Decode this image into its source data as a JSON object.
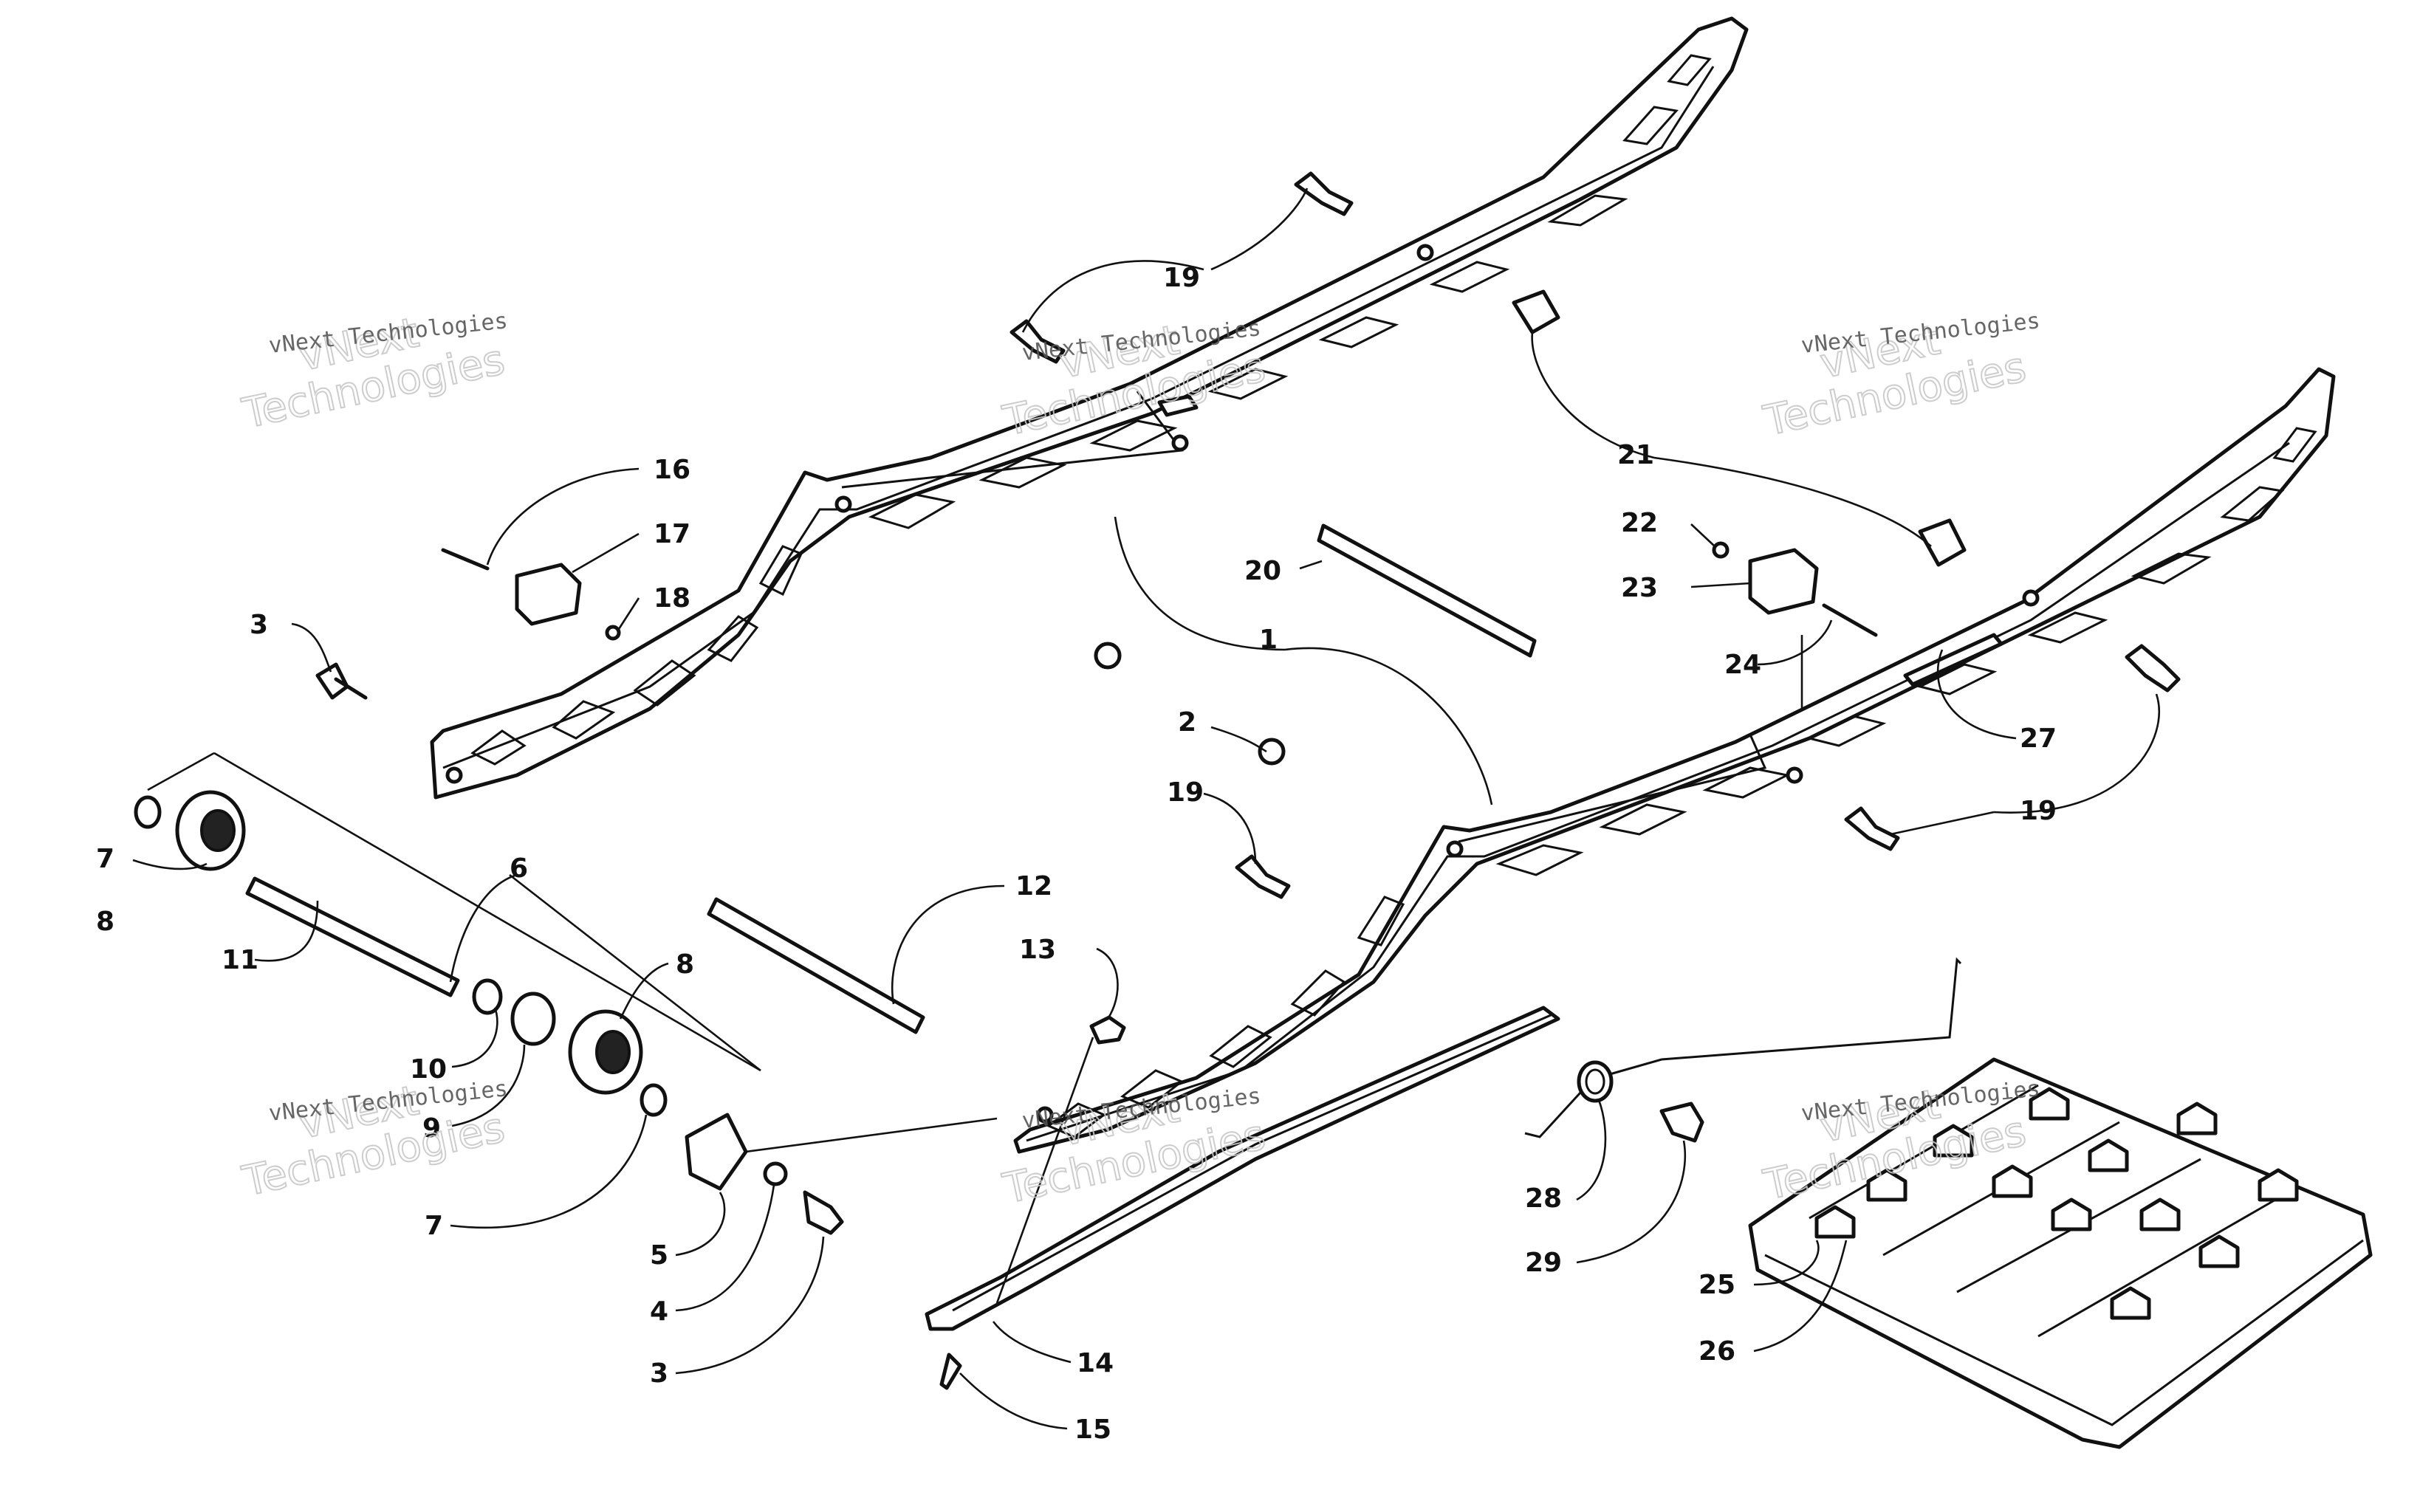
{
  "callouts": {
    "c1": "1",
    "c2": "2",
    "c3a": "3",
    "c3b": "3",
    "c4": "4",
    "c5": "5",
    "c6": "6",
    "c7a": "7",
    "c7b": "7",
    "c8a": "8",
    "c8b": "8",
    "c9": "9",
    "c10": "10",
    "c11": "11",
    "c12": "12",
    "c13": "13",
    "c14": "14",
    "c15": "15",
    "c16": "16",
    "c17": "17",
    "c18": "18",
    "c19a": "19",
    "c19b": "19",
    "c19c": "19",
    "c20": "20",
    "c21": "21",
    "c22": "22",
    "c23": "23",
    "c24": "24",
    "c25": "25",
    "c26": "26",
    "c27": "27",
    "c28": "28",
    "c29": "29"
  },
  "watermarks": {
    "company": "vNext Technologies",
    "line1": "vNext",
    "line2": "Technologies"
  }
}
